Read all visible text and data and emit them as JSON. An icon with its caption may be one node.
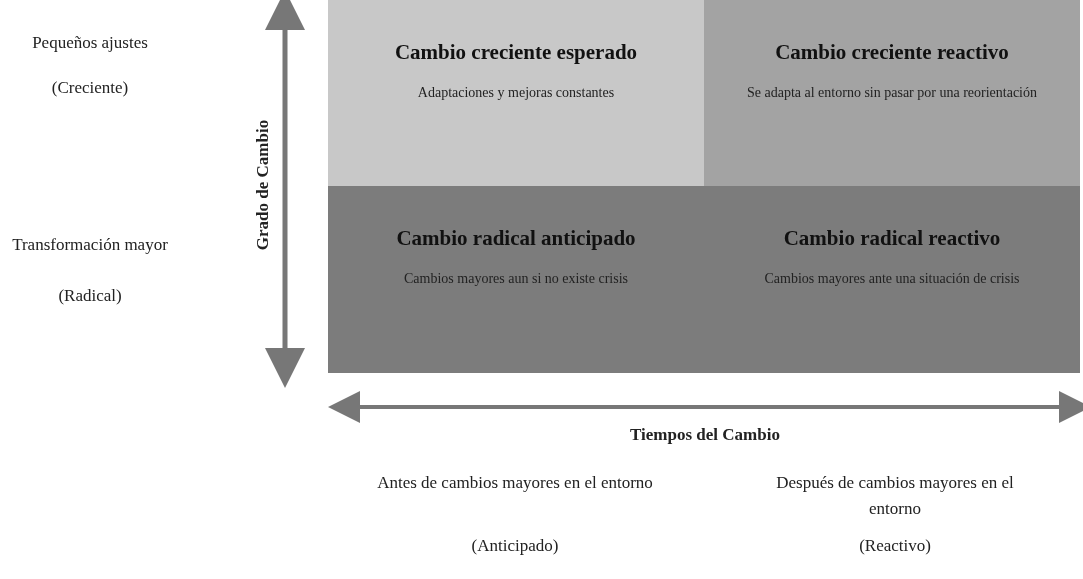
{
  "diagram": {
    "nodes": [
      {
        "text": [
          "Cambio creciente esperado",
          "Adaptaciones y mejoras constantes"
        ]
      },
      {
        "text": [
          "Cambio creciente reactivo",
          "Se adapta al entorno sin pasar por una reorientación"
        ]
      },
      {
        "text": [
          "Cambio radical anticipado",
          "Cambios mayores aun si no existe crisis"
        ]
      },
      {
        "text": [
          "Cambio radical reactivo",
          "Cambios mayores ante una situación de crisis"
        ]
      }
    ],
    "edges": [],
    "labels": [
      "Pequeños ajustes",
      "(Creciente)",
      "Transformación mayor",
      "(Radical)",
      "Grado de Cambio",
      "Tiempos del Cambio",
      "Antes de cambios mayores en el entorno",
      "(Anticipado)",
      "Después de cambios mayores en el entorno",
      "(Reactivo)"
    ]
  }
}
